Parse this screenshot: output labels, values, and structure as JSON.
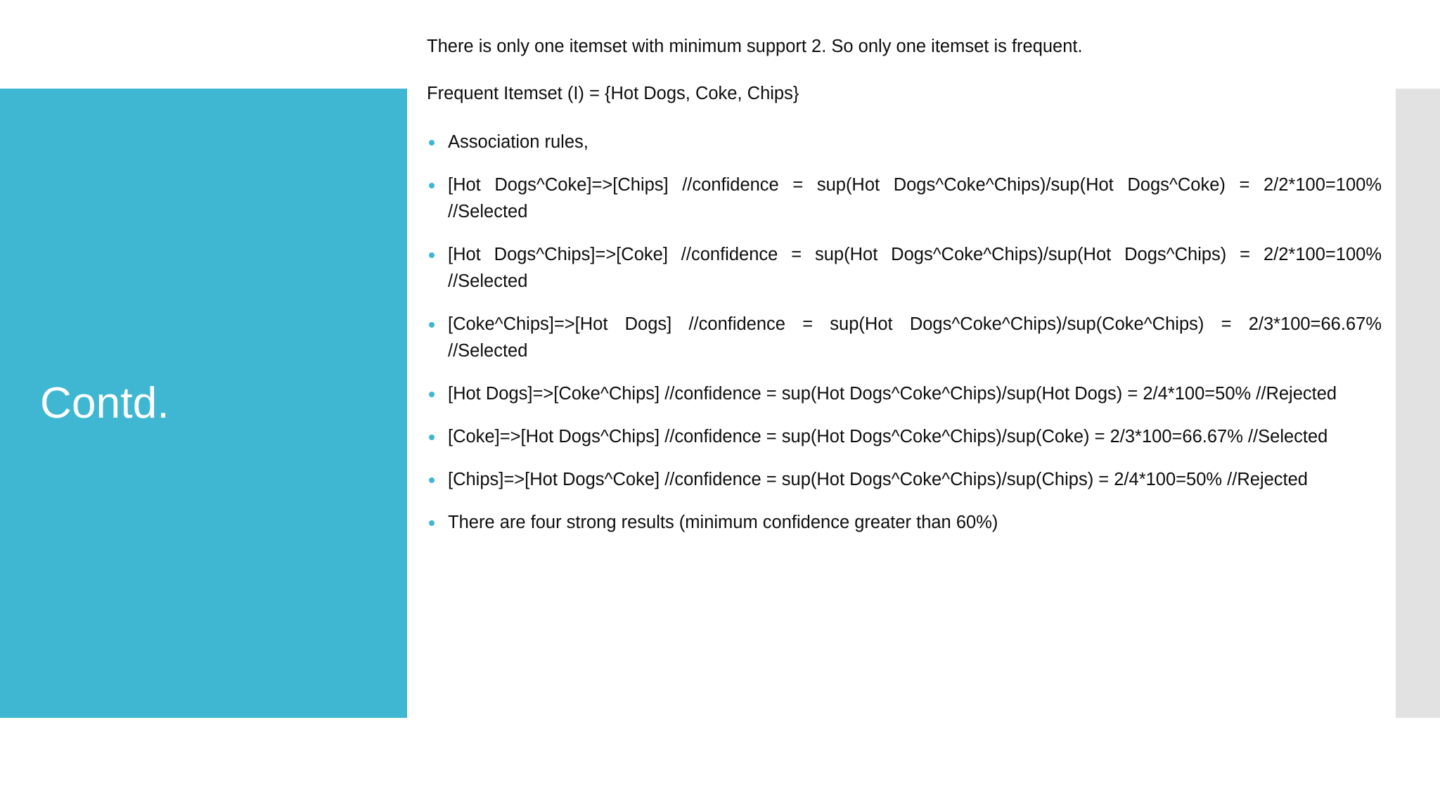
{
  "slide": {
    "title": "Contd.",
    "accent_color": "#3fb7d3",
    "text_color": "#0d0d0d",
    "background_color": "#ffffff",
    "side_strip_color": "#e2e2e2",
    "bullet_marker_color": "#3fb7d3"
  },
  "body": {
    "paragraphs": [
      "There is only one itemset with minimum support 2. So only one itemset is frequent.",
      "Frequent Itemset (I) = {Hot Dogs, Coke, Chips}"
    ],
    "bullets": [
      {
        "text": "Association rules,",
        "justified": false
      },
      {
        "text": "[Hot Dogs^Coke]=>[Chips] //confidence = sup(Hot Dogs^Coke^Chips)/sup(Hot Dogs^Coke) = 2/2*100=100% //Selected",
        "justified": true
      },
      {
        "text": "[Hot Dogs^Chips]=>[Coke] //confidence = sup(Hot Dogs^Coke^Chips)/sup(Hot Dogs^Chips) = 2/2*100=100% //Selected",
        "justified": true
      },
      {
        "text": "[Coke^Chips]=>[Hot Dogs] //confidence = sup(Hot Dogs^Coke^Chips)/sup(Coke^Chips) = 2/3*100=66.67% //Selected",
        "justified": true
      },
      {
        "text": "[Hot Dogs]=>[Coke^Chips] //confidence = sup(Hot Dogs^Coke^Chips)/sup(Hot Dogs) = 2/4*100=50% //Rejected",
        "justified": true
      },
      {
        "text": "[Coke]=>[Hot Dogs^Chips] //confidence = sup(Hot Dogs^Coke^Chips)/sup(Coke) = 2/3*100=66.67% //Selected",
        "justified": true
      },
      {
        "text": "[Chips]=>[Hot Dogs^Coke] //confidence = sup(Hot Dogs^Coke^Chips)/sup(Chips) = 2/4*100=50% //Rejected",
        "justified": true
      },
      {
        "text": "There are four strong results (minimum confidence greater than 60%)",
        "justified": false
      }
    ]
  }
}
